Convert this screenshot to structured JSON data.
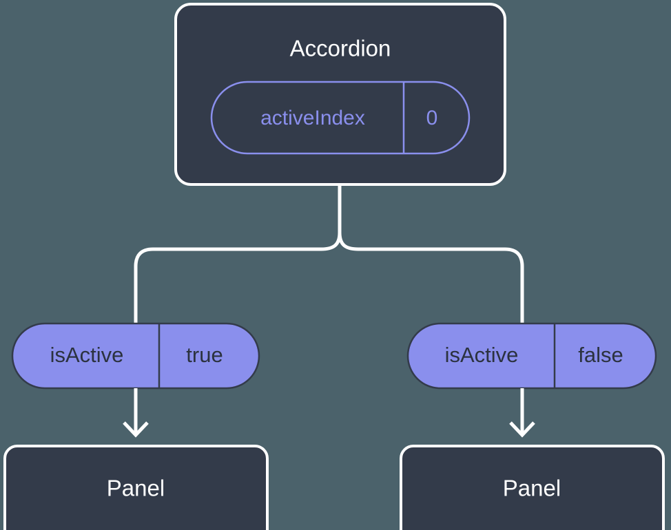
{
  "diagram": {
    "type": "component-state-tree",
    "background_color": "#4b626b",
    "node_fill_color": "#333b4a",
    "node_border_color": "#ffffff",
    "accent_color": "#8a8fed",
    "connector_color": "#ffffff",
    "root": {
      "title": "Accordion",
      "state": {
        "key": "activeIndex",
        "value": "0",
        "style": "outlined"
      }
    },
    "branches": [
      {
        "prop": {
          "key": "isActive",
          "value": "true",
          "style": "filled"
        },
        "child": {
          "title": "Panel"
        }
      },
      {
        "prop": {
          "key": "isActive",
          "value": "false",
          "style": "filled"
        },
        "child": {
          "title": "Panel"
        }
      }
    ]
  }
}
